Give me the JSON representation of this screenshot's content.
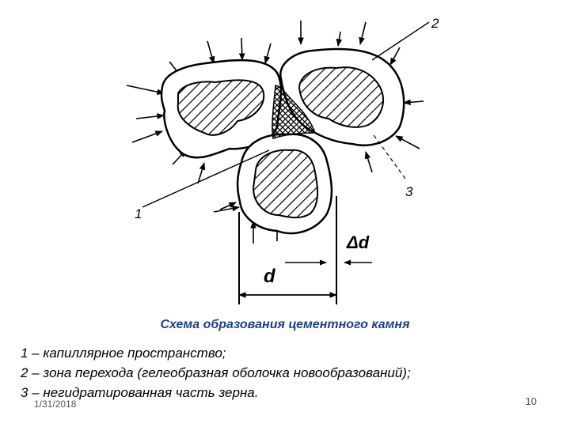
{
  "diagram": {
    "labels": {
      "one": "1",
      "two": "2",
      "three": "3",
      "d": "d",
      "delta_d": "Δd"
    }
  },
  "caption": "Схема образования цементного камня",
  "legend": [
    "1 – капиллярное пространство;",
    "2 – зона перехода (гелеобразная оболочка новообразований);",
    "3 – негидратированная часть зерна."
  ],
  "footer": {
    "date": "1/31/2018",
    "slide_number": "10"
  }
}
